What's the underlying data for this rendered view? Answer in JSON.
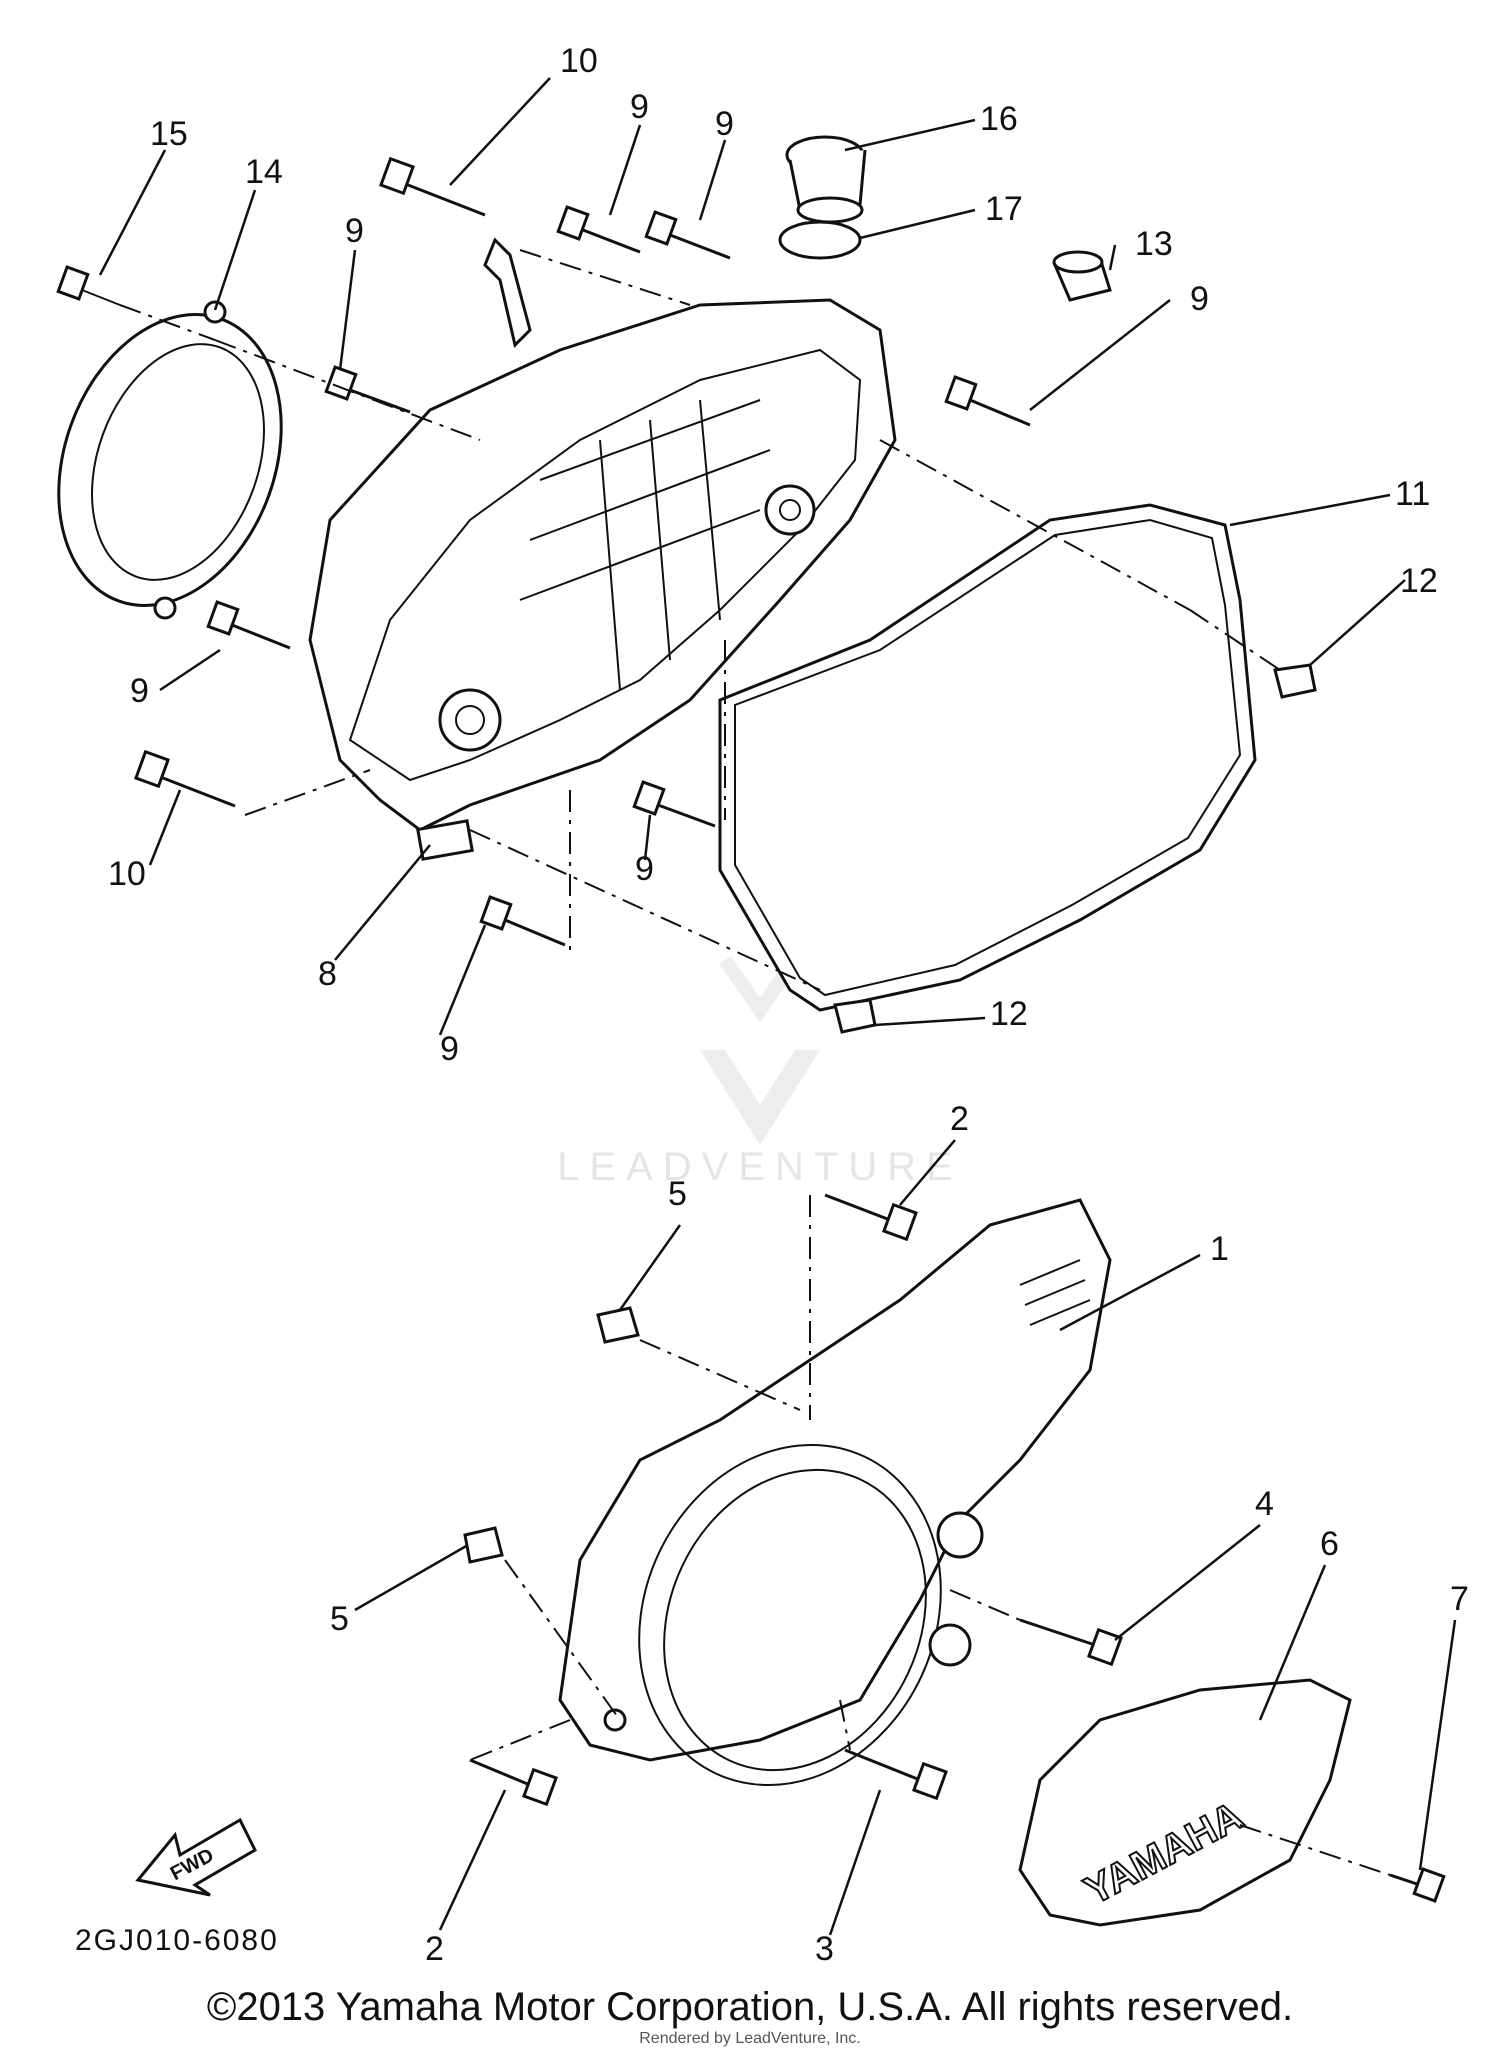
{
  "callouts": [
    {
      "id": "c10a",
      "text": "10"
    },
    {
      "id": "c9a",
      "text": "9"
    },
    {
      "id": "c9b",
      "text": "9"
    },
    {
      "id": "c16",
      "text": "16"
    },
    {
      "id": "c15",
      "text": "15"
    },
    {
      "id": "c14",
      "text": "14"
    },
    {
      "id": "c9c",
      "text": "9"
    },
    {
      "id": "c17",
      "text": "17"
    },
    {
      "id": "c13",
      "text": "13"
    },
    {
      "id": "c9d",
      "text": "9"
    },
    {
      "id": "c11",
      "text": "11"
    },
    {
      "id": "c12a",
      "text": "12"
    },
    {
      "id": "c9e",
      "text": "9"
    },
    {
      "id": "c10b",
      "text": "10"
    },
    {
      "id": "c9f",
      "text": "9"
    },
    {
      "id": "c8",
      "text": "8"
    },
    {
      "id": "c9g",
      "text": "9"
    },
    {
      "id": "c12b",
      "text": "12"
    },
    {
      "id": "c2a",
      "text": "2"
    },
    {
      "id": "c5a",
      "text": "5"
    },
    {
      "id": "c1",
      "text": "1"
    },
    {
      "id": "c4",
      "text": "4"
    },
    {
      "id": "c6",
      "text": "6"
    },
    {
      "id": "c7",
      "text": "7"
    },
    {
      "id": "c5b",
      "text": "5"
    },
    {
      "id": "c2b",
      "text": "2"
    },
    {
      "id": "c3",
      "text": "3"
    }
  ],
  "fwd_label": "FWD",
  "cover_brand": "YAMAHA",
  "diagram_code": "2GJ010-6080",
  "watermark": "LEADVENTURE",
  "copyright": "©2013 Yamaha Motor Corporation, U.S.A. All rights reserved.",
  "rendered_by": "Rendered by LeadVenture, Inc."
}
